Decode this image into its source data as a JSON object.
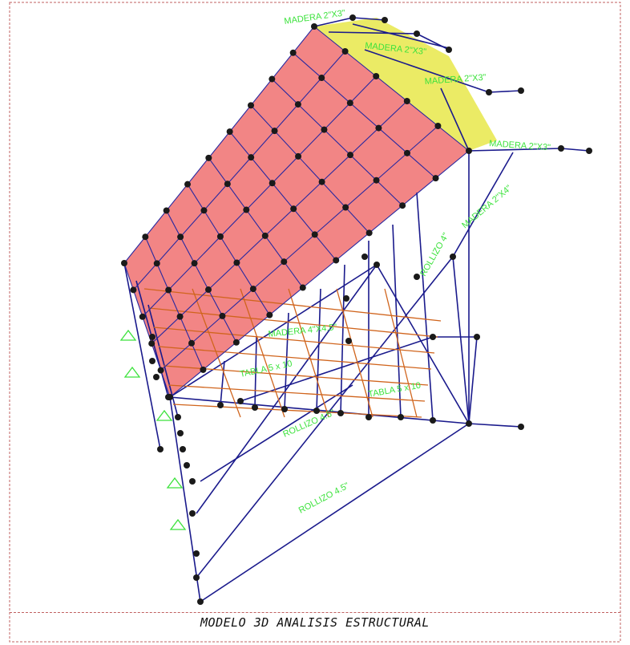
{
  "caption": "MODELO 3D ANALISIS ESTRUCTURAL",
  "colors": {
    "roof_fill": "#f07070",
    "roof_side": "#e8e84a",
    "frame_member": "#1a1a8c",
    "joint": "#1a1a1a",
    "label": "#3ce23c",
    "border": "#c06060"
  },
  "labels": {
    "madera_2x3": "MADERA 2\"X3\"",
    "madera_2x4": "MADERA 2\"X4\"",
    "madera_4x5": "MADERA 4\"X4.5\"",
    "tabla_5x10": "TABLA 5 x 10",
    "rollizo_4": "ROLLIZO 4\"",
    "rollizo_45": "ROLLIZO 4.5\""
  }
}
